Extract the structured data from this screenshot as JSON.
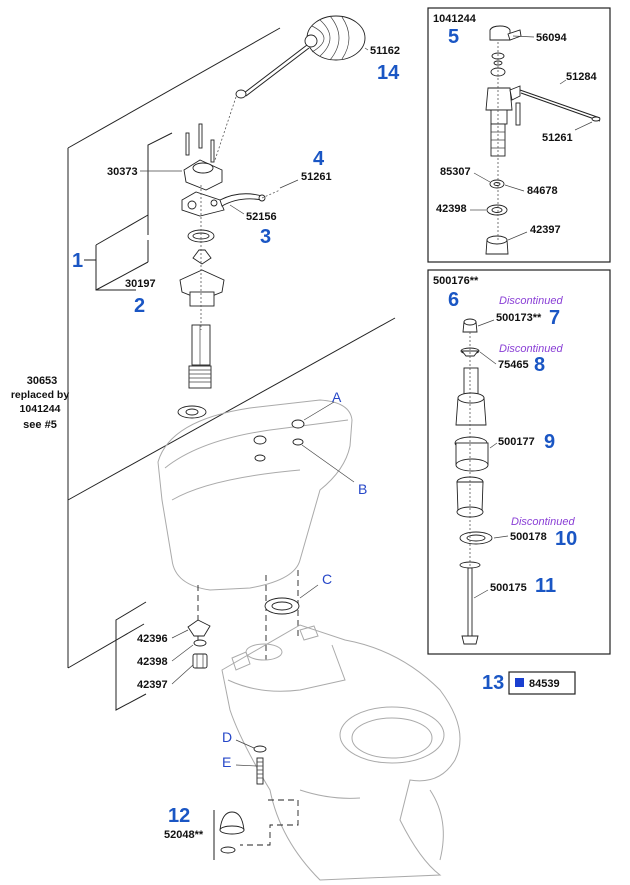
{
  "labels": {
    "p51162": "51162",
    "c14": "14",
    "p30373": "30373",
    "p51261a": "51261",
    "c4": "4",
    "p52156": "52156",
    "c3": "3",
    "c1": "1",
    "p30197": "30197",
    "c2": "2",
    "p30653_line1": "30653",
    "p30653_line2": "replaced by",
    "p30653_line3": "1041244",
    "p30653_line4": "see #5",
    "letterA": "A",
    "letterB": "B",
    "letterC": "C",
    "letterD": "D",
    "letterE": "E",
    "p42396": "42396",
    "p42398a": "42398",
    "p42397a": "42397",
    "c12": "12",
    "p52048": "52048**",
    "c13": "13",
    "p84539": "84539"
  },
  "box1": {
    "title": "1041244",
    "callout": "5",
    "p56094": "56094",
    "p51284": "51284",
    "p51261": "51261",
    "p85307": "85307",
    "p84678": "84678",
    "p42398": "42398",
    "p42397": "42397"
  },
  "box2": {
    "title": "500176**",
    "callout6": "6",
    "disc1": "Discontinued",
    "p500173": "500173**",
    "c7": "7",
    "disc2": "Discontinued",
    "p75465": "75465",
    "c8": "8",
    "p500177": "500177",
    "c9": "9",
    "disc3": "Discontinued",
    "p500178": "500178",
    "c10": "10",
    "p500175": "500175",
    "c11": "11"
  },
  "colors": {
    "callout": "#1a56c4",
    "letter": "#2647c8",
    "discontinued": "#8a3fd6",
    "swatch": "#1a3fd0"
  }
}
